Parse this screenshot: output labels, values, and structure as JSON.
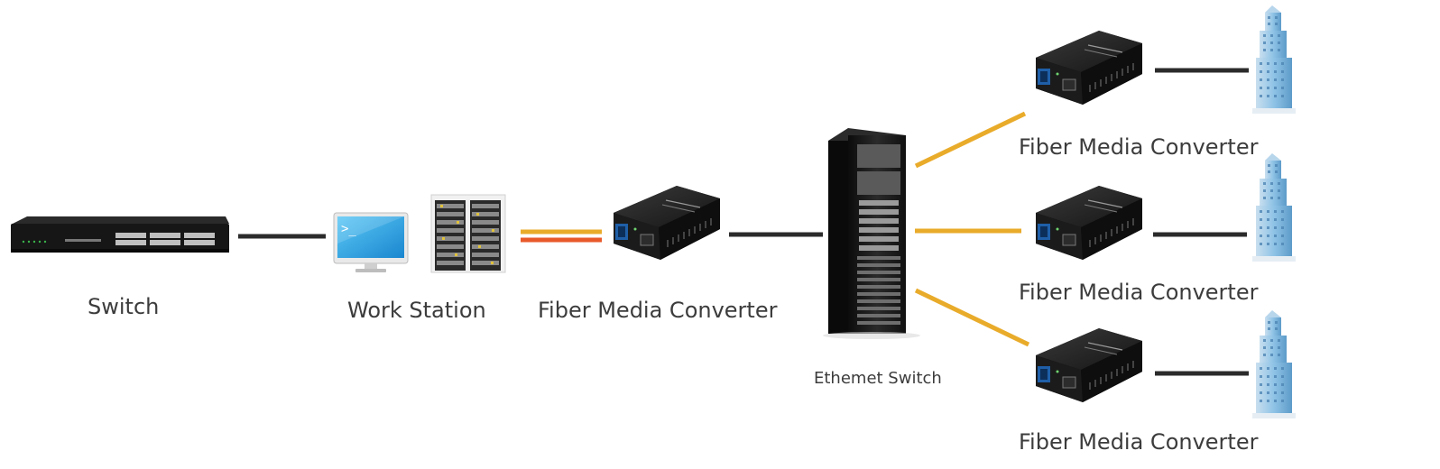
{
  "labels": {
    "switch": "Switch",
    "work_station": "Work Station",
    "converter_main": "Fiber Media Converter",
    "ethernet_switch": "Ethemet Switch",
    "converter_top": "Fiber Media Converter",
    "converter_middle": "Fiber Media Converter",
    "converter_bottom": "Fiber Media Converter"
  },
  "colors": {
    "copper_link": "#2b2b2b",
    "fiber_link": "#e9ab2a",
    "fiber_link_alt": "#e8592a",
    "device_body": "#1c1c1c",
    "screen_blue": "#1e9fe0",
    "building_blue": "#8fc3e6"
  }
}
